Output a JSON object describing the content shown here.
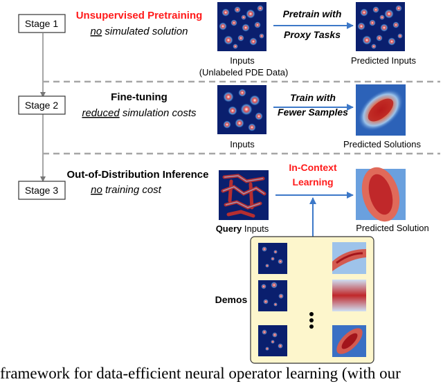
{
  "stages": [
    {
      "label": "Stage 1",
      "title": "Unsupervised Pretraining",
      "subtitle_emph": "no",
      "subtitle_rest": " simulated solution",
      "arrow_label_line1": "Pretrain with",
      "arrow_label_line2": "Proxy Tasks",
      "input_caption_line1": "Inputs",
      "input_caption_line2": "(Unlabeled PDE Data)",
      "output_caption": "Predicted Inputs"
    },
    {
      "label": "Stage 2",
      "title": "Fine-tuning",
      "subtitle_emph": "reduced",
      "subtitle_rest": " simulation costs",
      "arrow_label_line1": "Train with",
      "arrow_label_line2": "Fewer Samples",
      "input_caption_line1": "Inputs",
      "output_caption": "Predicted Solutions"
    },
    {
      "label": "Stage 3",
      "title": "Out-of-Distribution Inference",
      "subtitle_emph": "no",
      "subtitle_rest": " training cost",
      "arrow_label_line1": "In-Context",
      "arrow_label_line2": "Learning",
      "input_caption_bold": "Query",
      "input_caption_rest": " Inputs",
      "output_caption": "Predicted Solution"
    }
  ],
  "demos_label": "Demos",
  "caption_text": "framework for data-efficient neural operator learning (with our",
  "colors": {
    "highlight_red": "#ff1a1a",
    "arrow_blue": "#3c78c8",
    "dashed_gray": "#a6a6a6",
    "demo_panel_fill": "#fdf6cc",
    "field_dark_blue": "#0a1f6e"
  },
  "icons": [
    "ellipsis-vertical-icon"
  ]
}
